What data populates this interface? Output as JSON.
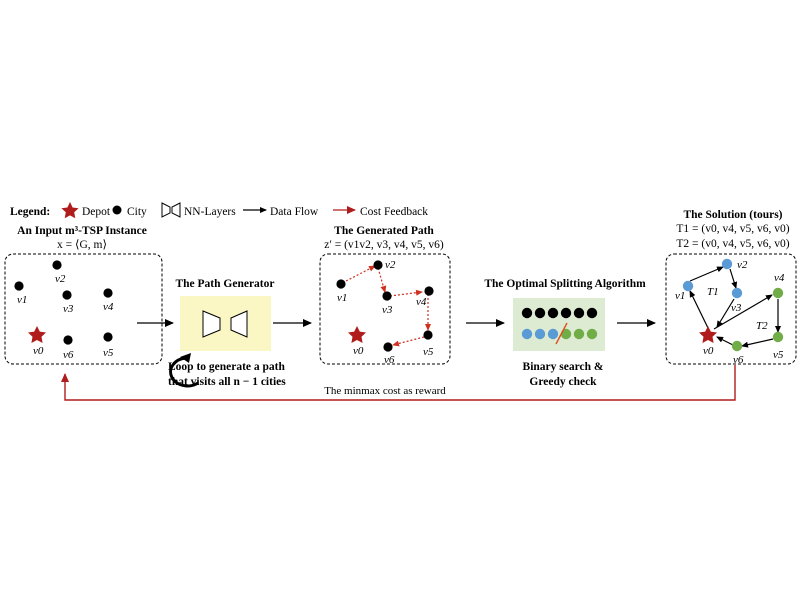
{
  "legend": {
    "heading": "Legend:",
    "depot": "Depot",
    "city": "City",
    "nn_layers": "NN-Layers",
    "data_flow": "Data Flow",
    "cost_feedback": "Cost Feedback"
  },
  "input": {
    "title": "An Input m³-TSP Instance",
    "formula": "x = ⟨G, m⟩",
    "nodes": [
      "v1",
      "v2",
      "v3",
      "v4",
      "v5",
      "v6",
      "v0"
    ]
  },
  "generator": {
    "title": "The Path Generator",
    "loop_line1": "Loop to generate a path",
    "loop_line2": "that visits all n − 1 cities"
  },
  "generated": {
    "title": "The Generated Path",
    "formula": "z′ = (v1v2, v3, v4, v5, v6)",
    "nodes": [
      "v2",
      "v1",
      "v3",
      "v4",
      "v0",
      "v6",
      "v5"
    ]
  },
  "splitting": {
    "title": "The Optimal Splitting Algorithm",
    "caption_line1": "Binary search &",
    "caption_line2": "Greedy check"
  },
  "solution": {
    "title": "The Solution (tours)",
    "tour1": "T1 = (v0, v4, v5, v6, v0)",
    "tour2": "T2 = (v0, v4, v5, v6, v0)",
    "t1_label": "T1",
    "t2_label": "T2",
    "nodes": [
      "v2",
      "v1",
      "v3",
      "v4",
      "v0",
      "v6",
      "v5"
    ]
  },
  "feedback": {
    "label": "The minmax cost as reward"
  },
  "colors": {
    "depot": "#b01c1c",
    "city": "#000000",
    "feedback": "#b01c1c",
    "path": "#d03020",
    "tour1": "#5b9bd5",
    "tour2": "#70ad47",
    "generator_bg": "#fbf7c4",
    "splitter_bg": "#dcebd2"
  }
}
